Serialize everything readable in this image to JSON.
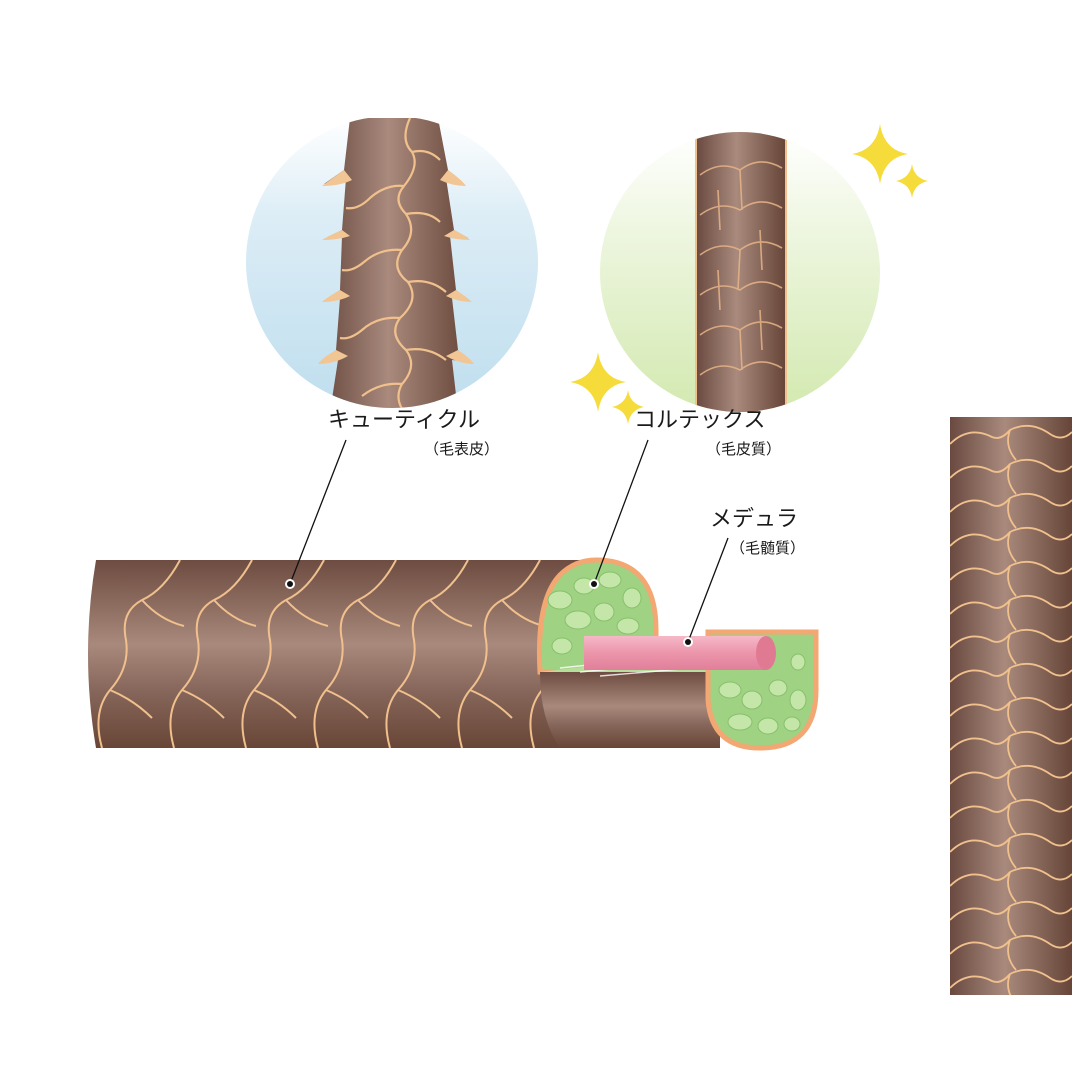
{
  "labels": {
    "cuticle": {
      "name": "キューティクル",
      "sub": "（毛表皮）"
    },
    "cortex": {
      "name": "コルテックス",
      "sub": "（毛皮質）"
    },
    "medulla": {
      "name": "メデュラ",
      "sub": "（毛髄質）"
    }
  },
  "colors": {
    "hair_brown": "#7a564a",
    "scale_edge": "#f1c38f",
    "cortex_green": "#9fd283",
    "cortex_blob": "#c4e7a9",
    "medulla_pink": "#e98fa6",
    "cortex_rim": "#f3a772",
    "damaged_bg": "#c8e3f0",
    "healthy_bg": "#dcedbd",
    "sparkle": "#f6dc3a"
  },
  "icons": {
    "sparkles": "sparkle-icon"
  }
}
